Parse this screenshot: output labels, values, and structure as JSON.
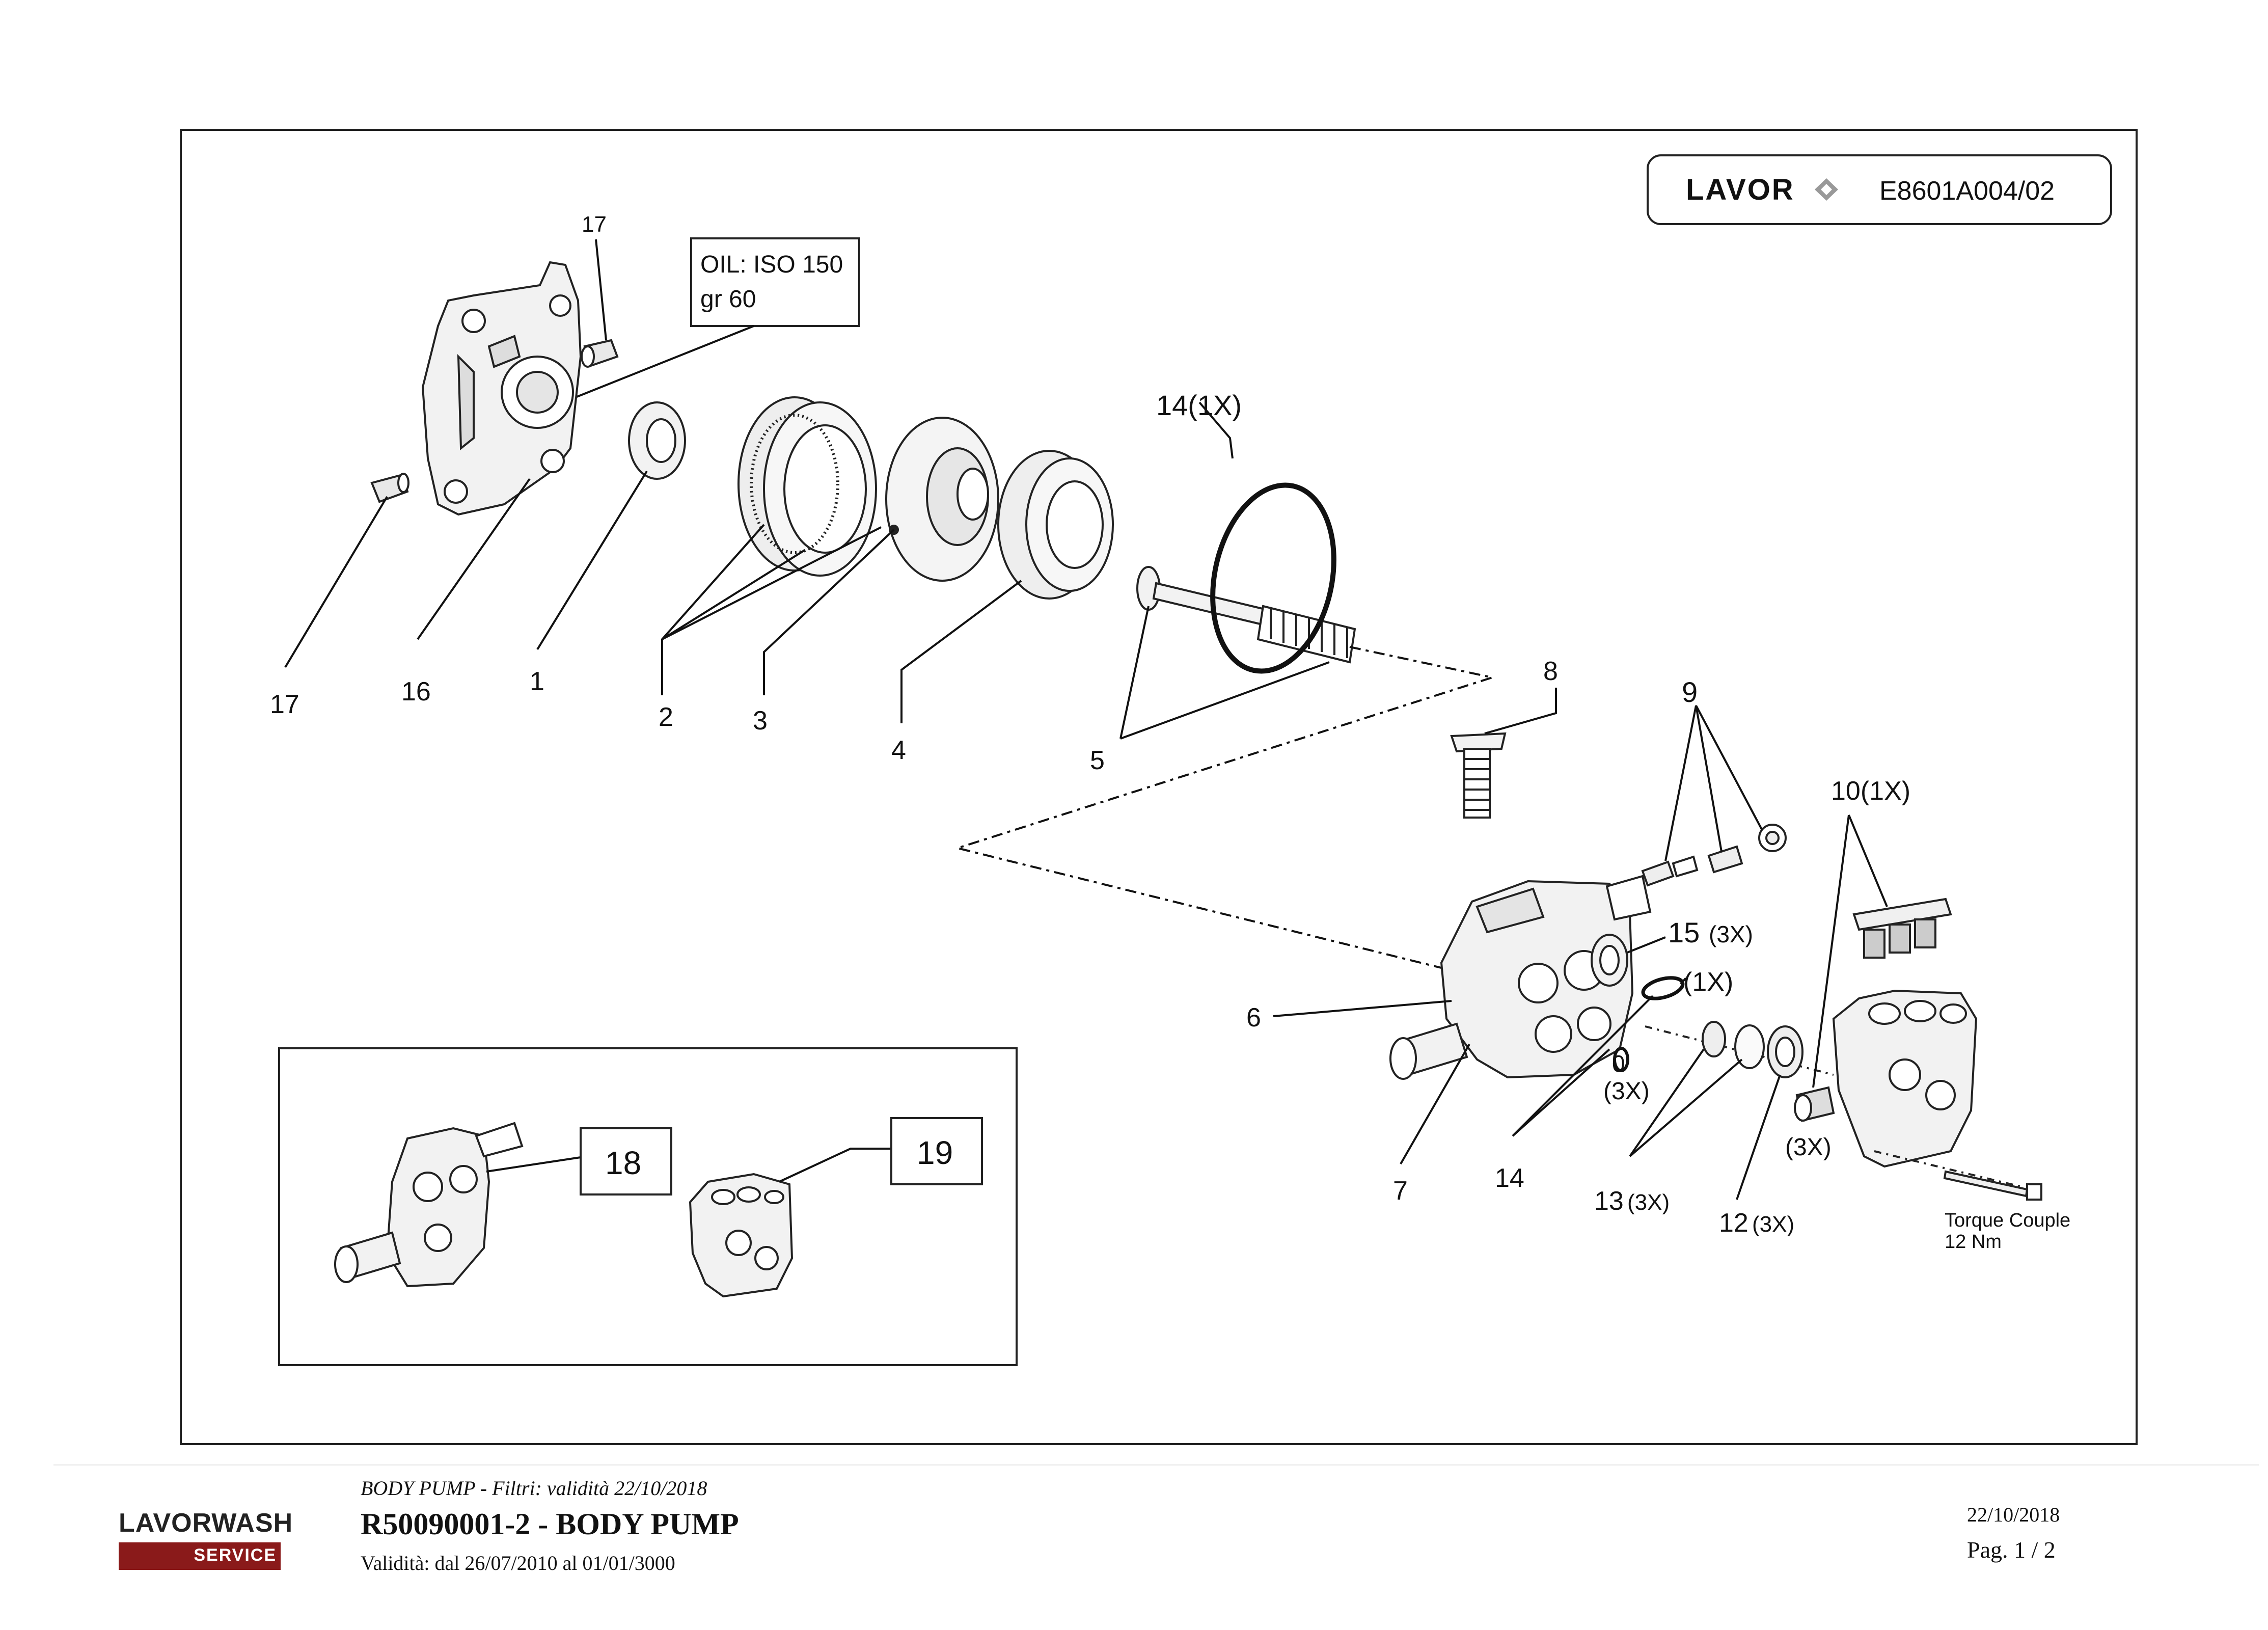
{
  "header": {
    "brand": "LAVOR",
    "drawing_code": "E8601A004/02"
  },
  "note": {
    "oil_line1": "OIL: ISO 150",
    "oil_line2": "gr 60"
  },
  "callouts": {
    "c17_top": "17",
    "c17_left": "17",
    "c16": "16",
    "c1": "1",
    "c2": "2",
    "c3": "3",
    "c4": "4",
    "c5": "5",
    "c14_1x": "14(1X)",
    "c8": "8",
    "c9": "9",
    "c10": "10(1X)",
    "c15": "15",
    "c15_qty": "(3X)",
    "c1x": "(1X)",
    "c6": "6",
    "c0": "0",
    "c3x_a": "(3X)",
    "c3x_b": "(3X)",
    "c7": "7",
    "c14": "14",
    "c13": "13",
    "c13_qty": "(3X)",
    "c12": "12",
    "c12_qty": "(3X)",
    "torque1": "Torque Couple",
    "torque2": "12 Nm",
    "c18": "18",
    "c19": "19"
  },
  "footer": {
    "subtitle": "BODY PUMP - Filtri: validità 22/10/2018",
    "title": "R50090001-2 - BODY PUMP",
    "validity": "Validità: dal 26/07/2010 al 01/01/3000",
    "date": "22/10/2018",
    "page": "Pag. 1 / 2",
    "logo_top": "LAVORWASH",
    "logo_bottom": "SERVICE"
  },
  "colors": {
    "line": "#111111",
    "part_fill": "#f2f2f2",
    "logo_red": "#8a1a1a"
  }
}
